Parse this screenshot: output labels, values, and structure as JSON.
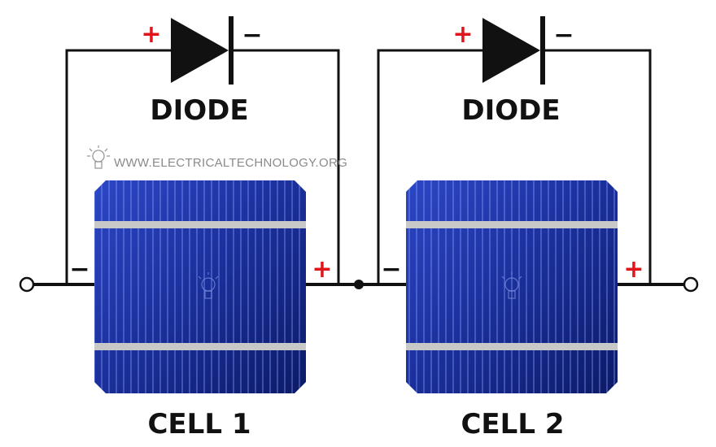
{
  "diode_label": "DIODE",
  "cells": [
    {
      "label": "CELL 1",
      "minus": "−",
      "plus": "+"
    },
    {
      "label": "CELL 2",
      "minus": "−",
      "plus": "+"
    }
  ],
  "diodes": [
    {
      "label": "DIODE",
      "anode_sign": "+",
      "cathode_sign": "−"
    },
    {
      "label": "DIODE",
      "anode_sign": "+",
      "cathode_sign": "−"
    }
  ],
  "watermark": "WWW.ELECTRICALTECHNOLOGY.ORG",
  "colors": {
    "positive": "#e0141b",
    "cell_dark": "#0d1f6e",
    "cell_light": "#2a46c4",
    "busbar": "#c8c8c8",
    "wire": "#111111"
  },
  "icons": [
    "bulb-watermark-icon"
  ]
}
